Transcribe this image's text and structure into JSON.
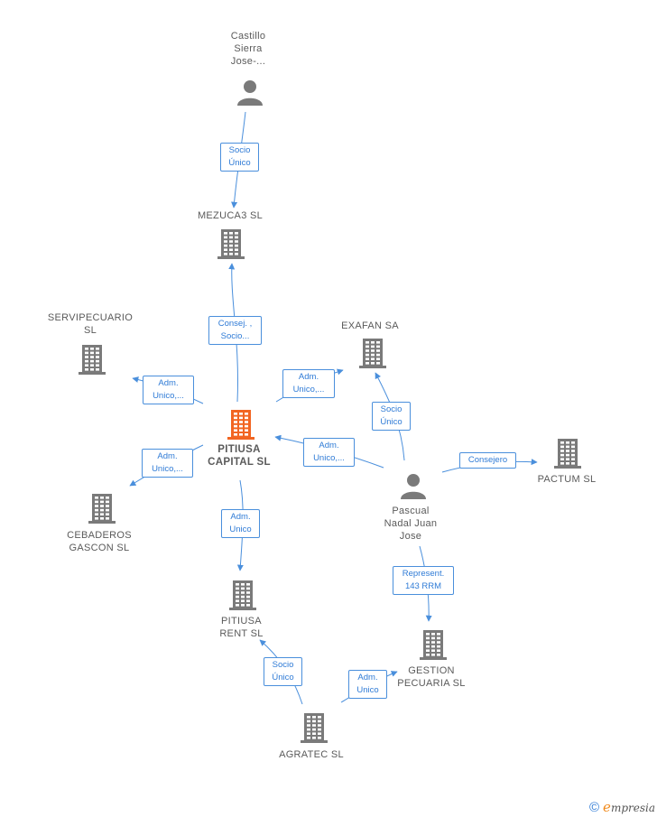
{
  "colors": {
    "edge": "#4a8fdc",
    "edge_text": "#2f7bd6",
    "node_gray": "#7a7a7a",
    "node_highlight": "#f26522"
  },
  "nodes": {
    "castillo": {
      "lines": [
        "Castillo",
        "Sierra",
        "Jose-..."
      ],
      "type": "person"
    },
    "mezuca3": {
      "lines": [
        "MEZUCA3  SL"
      ],
      "type": "company"
    },
    "servipecuario": {
      "lines": [
        "SERVIPECUARIO",
        "SL"
      ],
      "type": "company"
    },
    "exafan": {
      "lines": [
        "EXAFAN SA"
      ],
      "type": "company"
    },
    "pitiusa_capital": {
      "lines": [
        "PITIUSA",
        "CAPITAL  SL"
      ],
      "type": "company-main"
    },
    "pascual": {
      "lines": [
        "Pascual",
        "Nadal Juan",
        "Jose"
      ],
      "type": "person"
    },
    "pactum": {
      "lines": [
        "PACTUM  SL"
      ],
      "type": "company"
    },
    "cebaderos": {
      "lines": [
        "CEBADEROS",
        "GASCON  SL"
      ],
      "type": "company"
    },
    "pitiusa_rent": {
      "lines": [
        "PITIUSA",
        "RENT  SL"
      ],
      "type": "company"
    },
    "gestion": {
      "lines": [
        "GESTION",
        "PECUARIA SL"
      ],
      "type": "company"
    },
    "agratec": {
      "lines": [
        "AGRATEC  SL"
      ],
      "type": "company"
    }
  },
  "edges": {
    "castillo_mezuca3": [
      "Socio",
      "Único"
    ],
    "pitiusa_mezuca3": [
      "Consej. ,",
      "Socio..."
    ],
    "pitiusa_servipecuario": [
      "Adm.",
      "Unico,..."
    ],
    "pitiusa_exafan": [
      "Adm.",
      "Unico,..."
    ],
    "pascual_exafan": [
      "Socio",
      "Único"
    ],
    "pascual_pitiusa": [
      "Adm.",
      "Unico,..."
    ],
    "pascual_pactum": [
      "Consejero"
    ],
    "pitiusa_cebaderos": [
      "Adm.",
      "Unico,..."
    ],
    "pitiusa_rent": [
      "Adm.",
      "Unico"
    ],
    "pascual_gestion": [
      "Represent.",
      "143 RRM"
    ],
    "agratec_rent": [
      "Socio",
      "Único"
    ],
    "agratec_gestion": [
      "Adm.",
      "Unico"
    ]
  },
  "footer": {
    "copyright_symbol": "©",
    "brand_initial": "e",
    "brand_rest": "mpresia"
  }
}
